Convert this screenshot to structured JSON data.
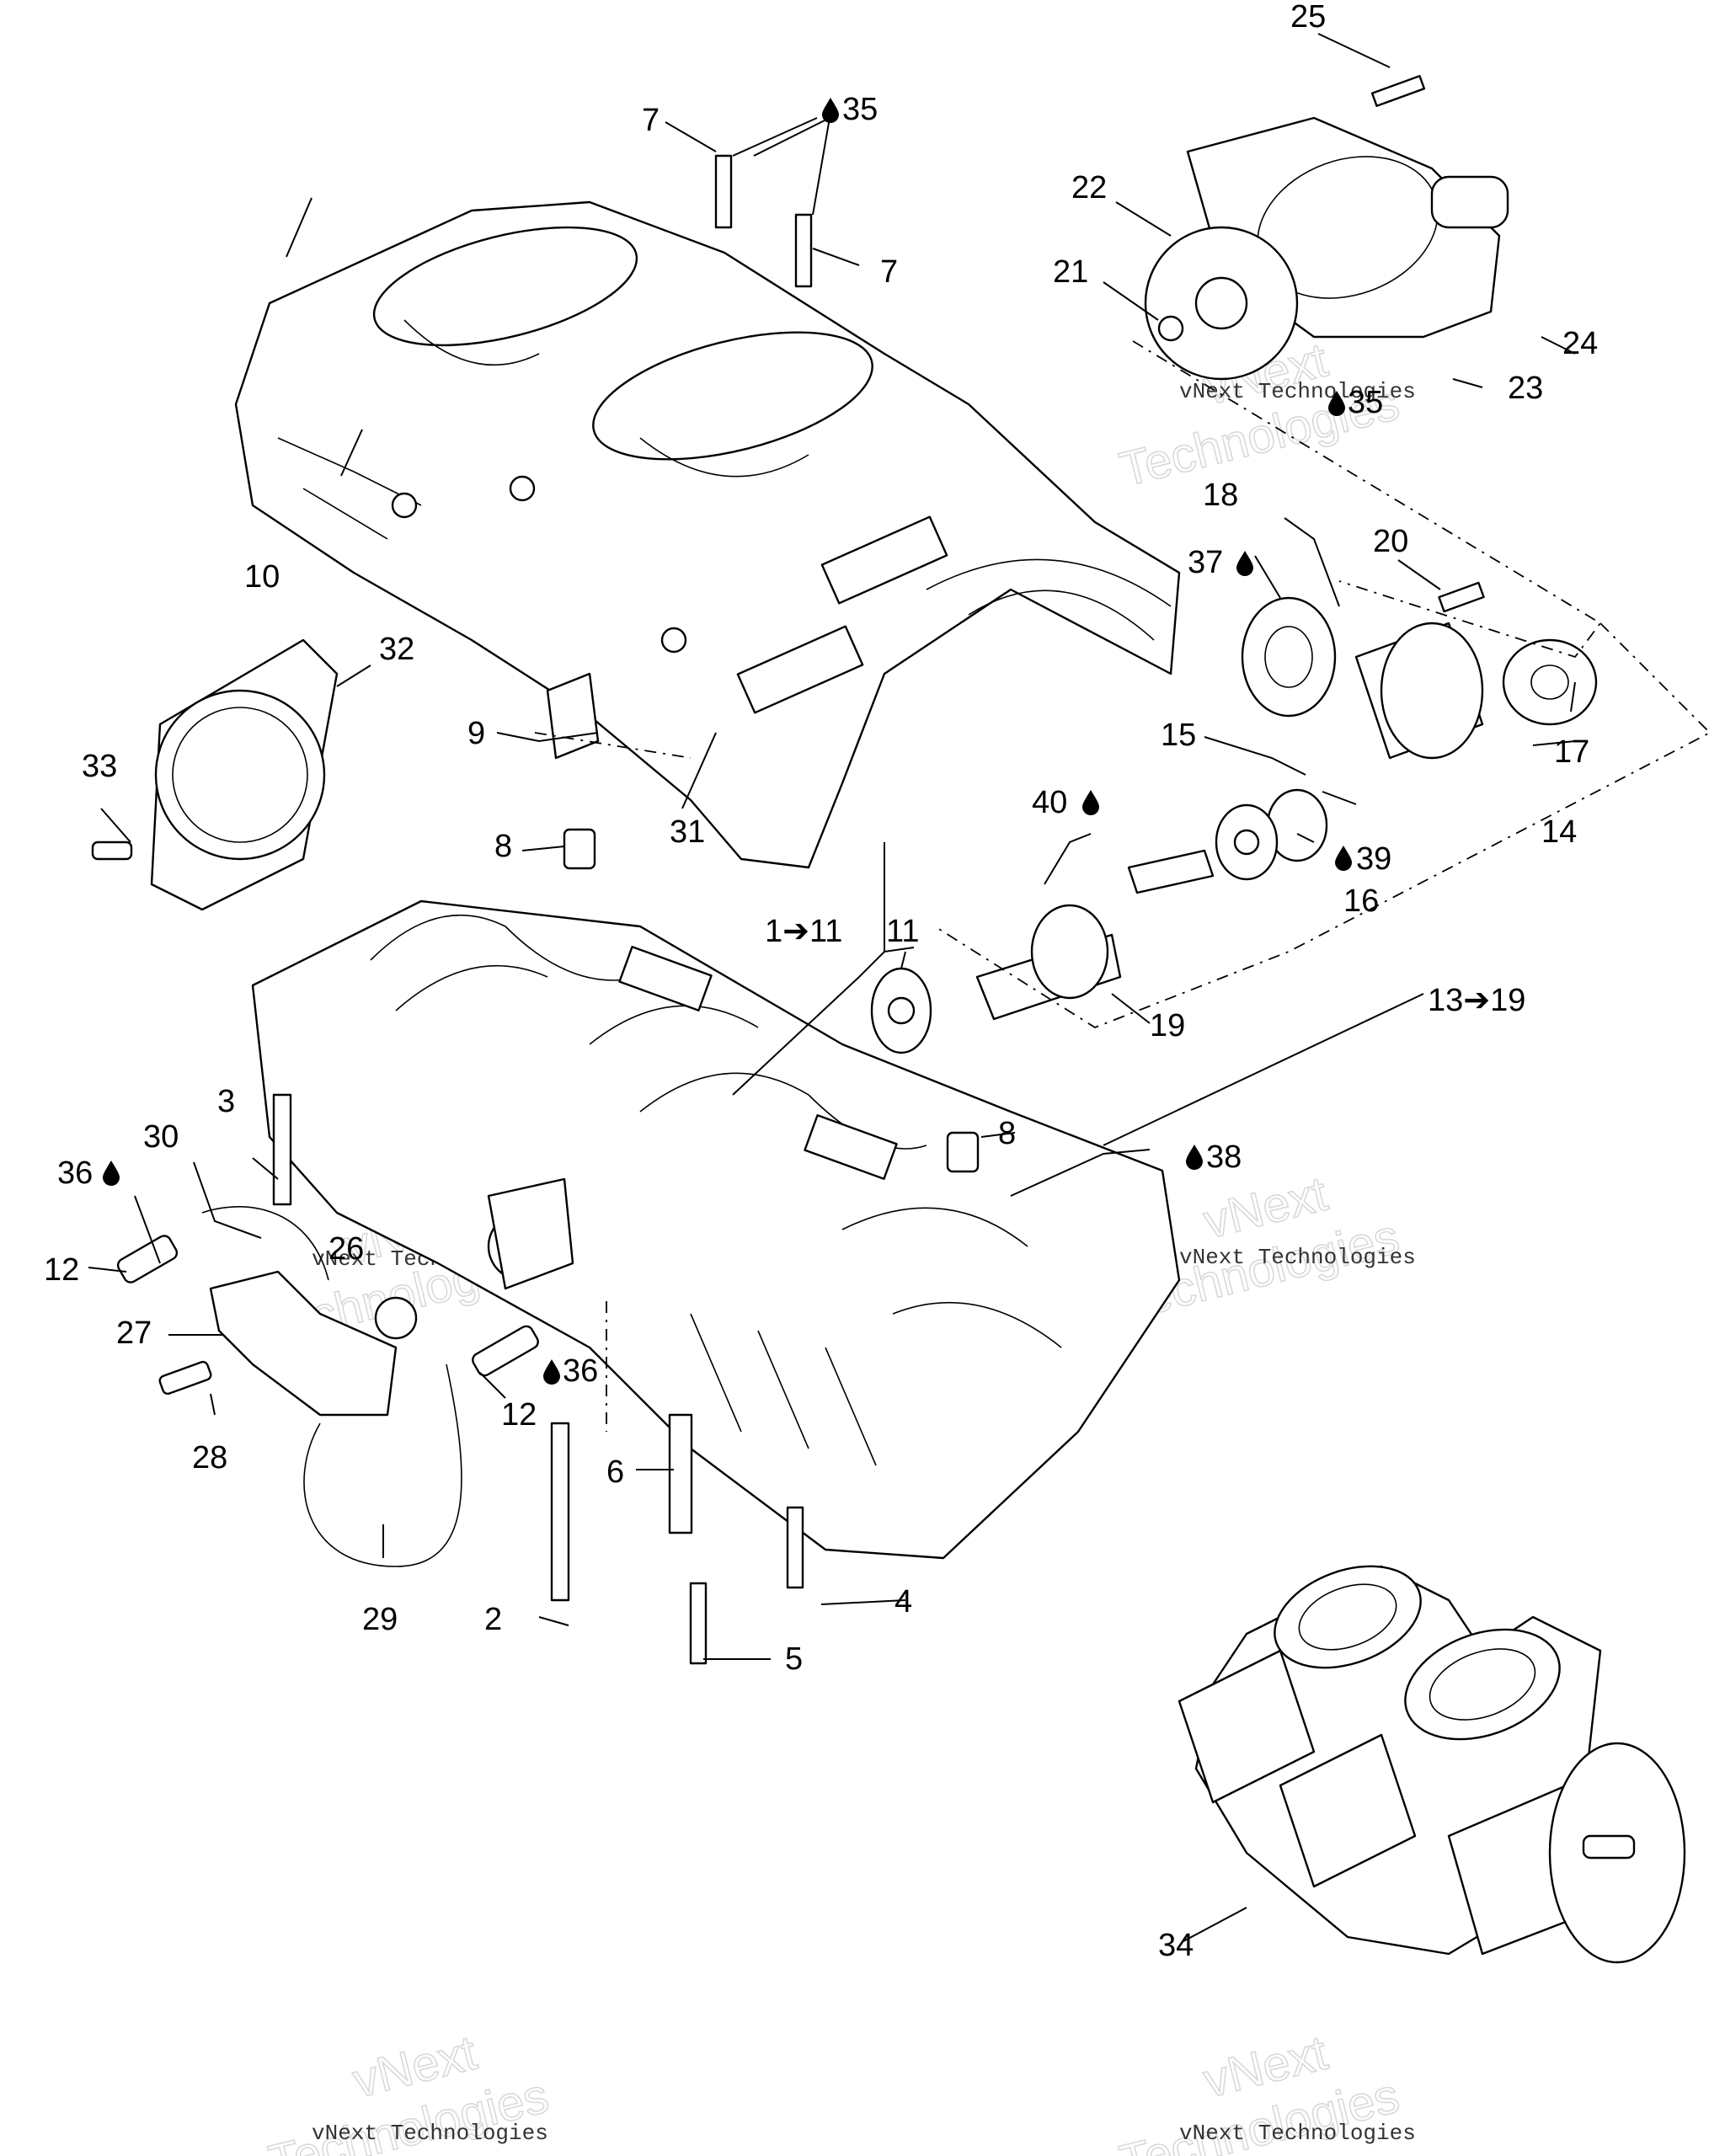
{
  "watermark": {
    "brand_small": "vNext Technologies",
    "brand_big_line1": "vNext",
    "brand_big_line2": "Technologies"
  },
  "labels": {
    "l1_11": "1➔11",
    "l2": "2",
    "l3": "3",
    "l4": "4",
    "l5": "5",
    "l6": "6",
    "l7a": "7",
    "l7b": "7",
    "l8a": "8",
    "l8b": "8",
    "l9": "9",
    "l10": "10",
    "l11": "11",
    "l12a": "12",
    "l12b": "12",
    "l13_19": "13➔19",
    "l14": "14",
    "l15": "15",
    "l16": "16",
    "l17": "17",
    "l18": "18",
    "l19": "19",
    "l20": "20",
    "l21": "21",
    "l22": "22",
    "l23": "23",
    "l24": "24",
    "l25": "25",
    "l26": "26",
    "l27": "27",
    "l28": "28",
    "l29": "29",
    "l30": "30",
    "l31": "31",
    "l32": "32",
    "l33": "33",
    "l34": "34",
    "l35a": "35",
    "l35b": "35",
    "l36a": "36",
    "l36b": "36",
    "l37": "37",
    "l38": "38",
    "l39": "39",
    "l40": "40"
  },
  "icons": {
    "lubricant": "oil-drop-icon"
  }
}
